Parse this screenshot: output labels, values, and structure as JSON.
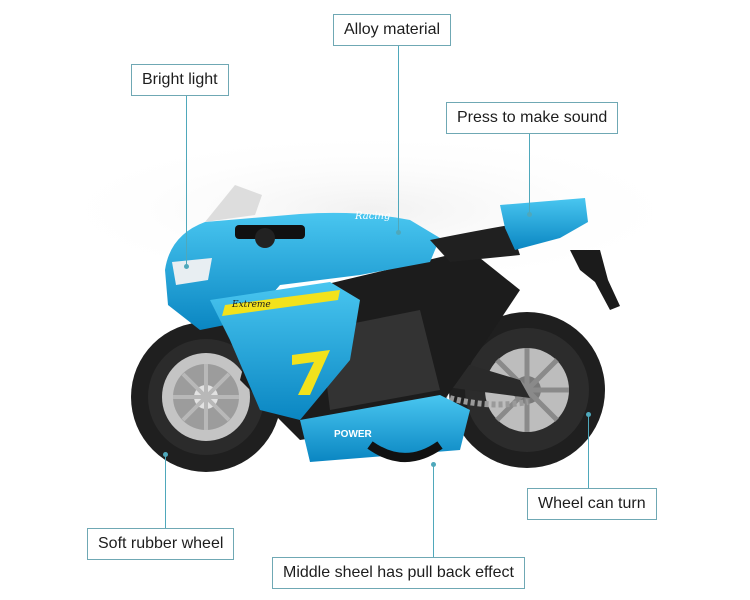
{
  "colors": {
    "accent": "#4fa8bb",
    "body_blue": "#1aa6dd",
    "yellow": "#f2e21c"
  },
  "callouts": {
    "alloy": "Alloy material",
    "light": "Bright light",
    "sound": "Press to make sound",
    "turn": "Wheel can turn",
    "rubber": "Soft rubber wheel",
    "pullback": "Middle sheel has pull back effect"
  },
  "decals": {
    "racing": "Racing",
    "extreme": "Extreme",
    "number": "7",
    "power": "POWER"
  }
}
